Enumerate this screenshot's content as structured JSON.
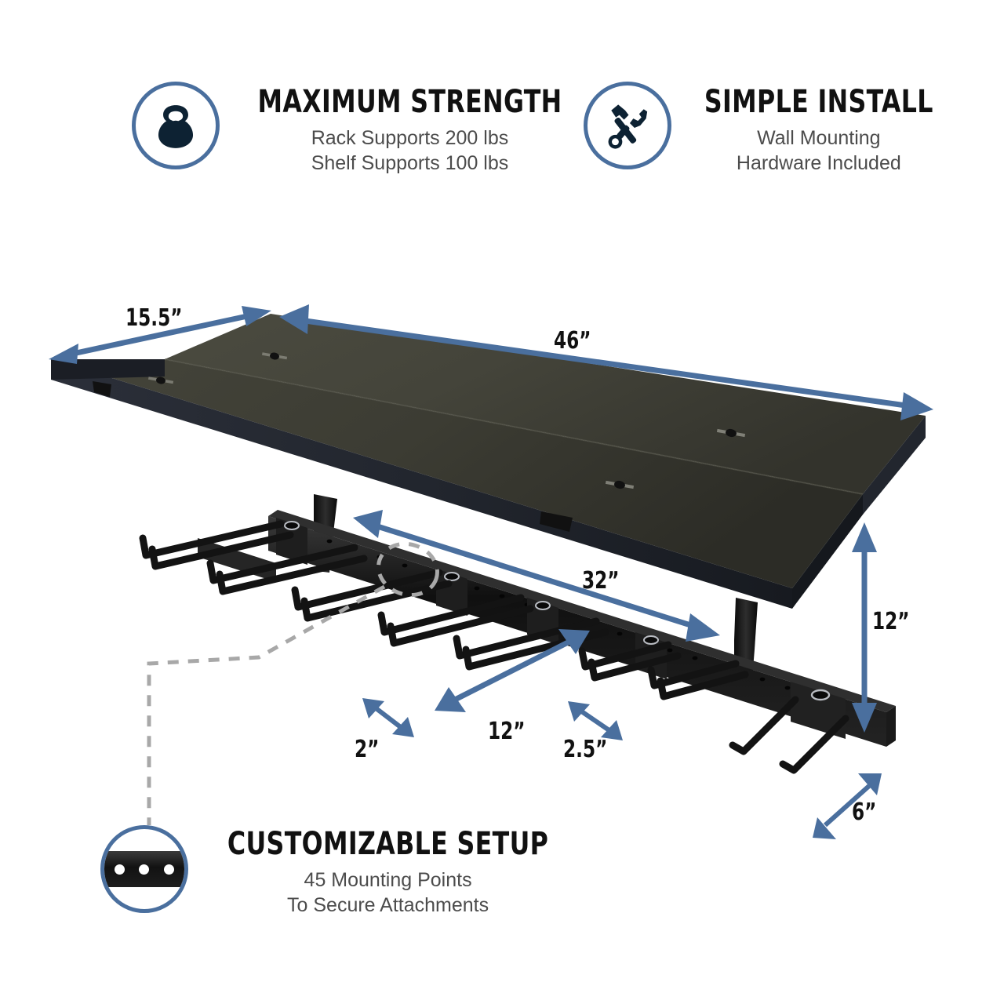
{
  "features": [
    {
      "id": "maximum-strength",
      "icon": "kettlebell-icon",
      "title": "MAXIMUM STRENGTH",
      "line1": "Rack Supports 200 lbs",
      "line2": "Shelf Supports 100 lbs"
    },
    {
      "id": "simple-install",
      "icon": "hammer-wrench-icon",
      "title": "SIMPLE INSTALL",
      "line1": "Wall Mounting",
      "line2": "Hardware Included"
    },
    {
      "id": "customizable-setup",
      "icon": "perforated-rail-icon",
      "title": "CUSTOMIZABLE SETUP",
      "line1": "45 Mounting Points",
      "line2": "To Secure Attachments"
    }
  ],
  "dimensions": {
    "shelf_depth": "15.5”",
    "shelf_width": "46”",
    "rail_length": "32”",
    "hook_length": "12”",
    "hook_gap": "2”",
    "hook_pair_gap": "2.5”",
    "drop_height": "12”",
    "short_hook_length": "6”"
  },
  "colors": {
    "accent_blue": "#4a6f9e",
    "arrow_blue": "#4a6f9e",
    "icon_navy": "#0d2233",
    "heading": "#111111",
    "subtext": "#4c4c4c",
    "callout_dashed": "#a8a8a8",
    "shelf_top": "#3f3f36",
    "shelf_edge": "#2a2e38",
    "hardware_black": "#141414",
    "background": "#ffffff"
  }
}
